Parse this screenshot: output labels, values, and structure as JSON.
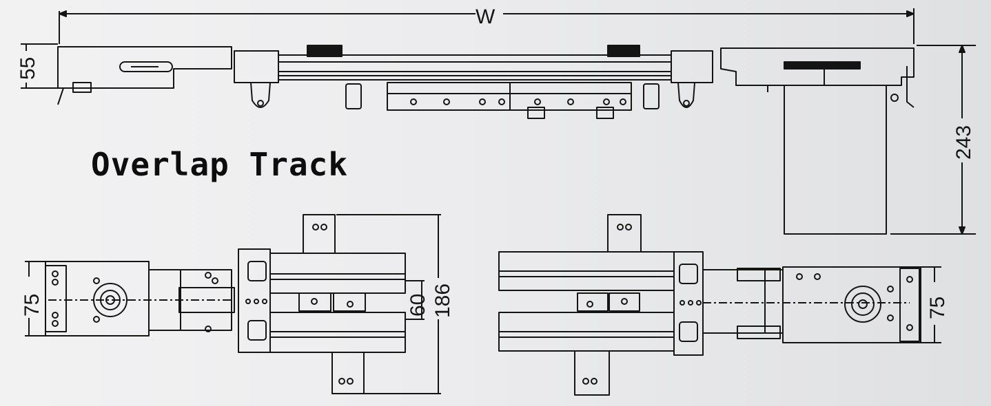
{
  "title": "Overlap Track",
  "dimensions": {
    "width_label": "W",
    "height_track": "55",
    "height_bracket": "243",
    "left_plan_width": "75",
    "center_gap": "60",
    "bracket_span": "186",
    "right_plan_width": "75"
  },
  "colors": {
    "line": "#141414",
    "background": "#ececee"
  }
}
